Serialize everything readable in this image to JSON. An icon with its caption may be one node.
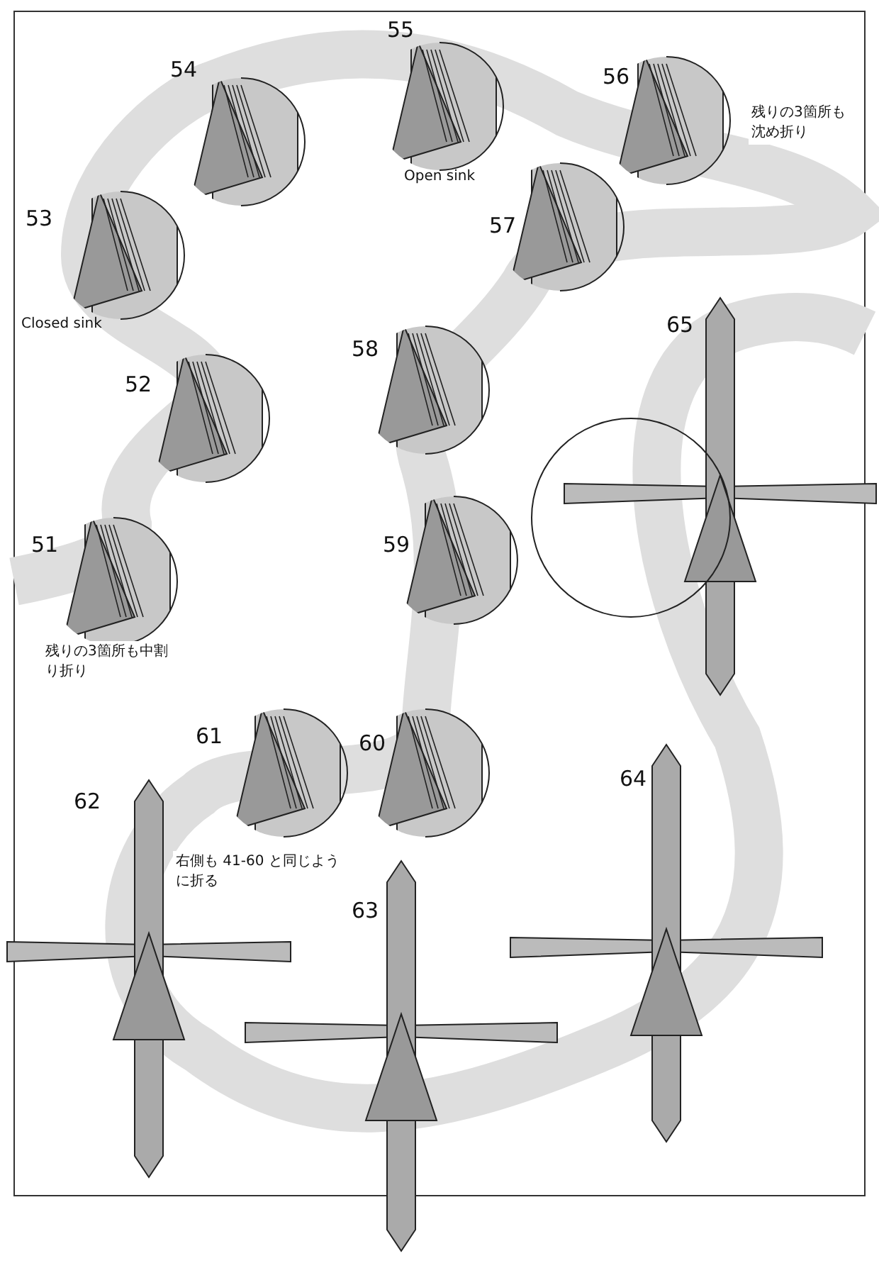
{
  "diagram": {
    "labels": [
      "55",
      "54",
      "56",
      "Open sink",
      "残りの3箇所も沈め折り",
      "53",
      "57",
      "Closed sink",
      "65",
      "58",
      "52",
      "51",
      "59",
      "残りの3箇所も中割り折り",
      "61",
      "60",
      "64",
      "62",
      "右側も 41-60 と同じように折る",
      "63"
    ]
  }
}
